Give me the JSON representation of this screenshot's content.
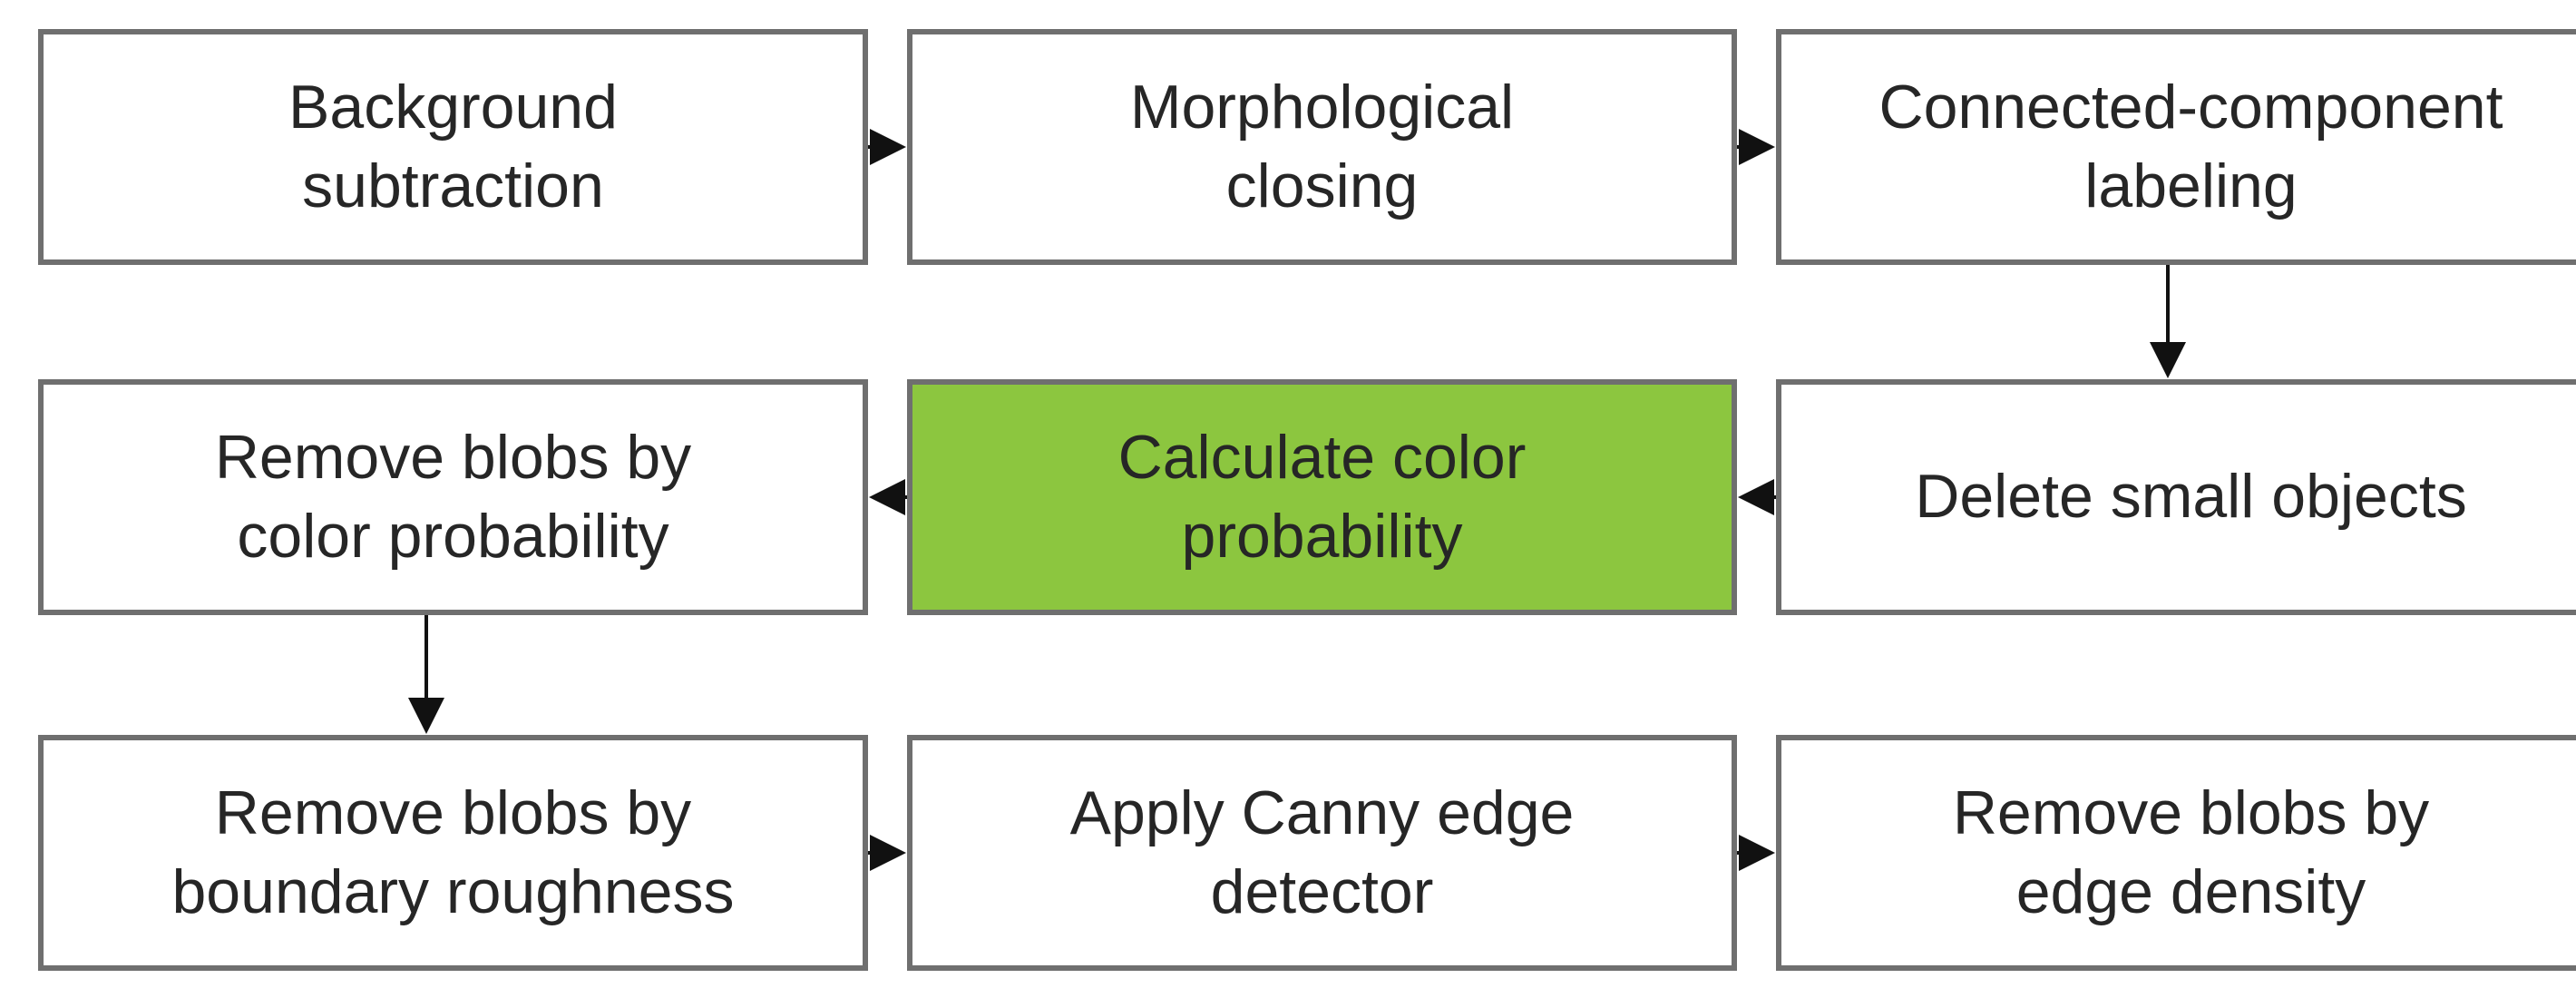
{
  "steps": [
    {
      "line1": "Background",
      "line2": "subtraction"
    },
    {
      "line1": "Morphological",
      "line2": "closing"
    },
    {
      "line1": "Connected-component",
      "line2": "labeling"
    },
    {
      "line1": "Delete small objects",
      "line2": ""
    },
    {
      "line1": "Calculate color",
      "line2": "probability"
    },
    {
      "line1": "Remove blobs by",
      "line2": "color probability"
    },
    {
      "line1": "Remove blobs by",
      "line2": "boundary roughness"
    },
    {
      "line1": "Apply Canny edge",
      "line2": "detector"
    },
    {
      "line1": "Remove blobs by",
      "line2": "edge density"
    }
  ],
  "colors": {
    "highlight": "#8cc63f",
    "border": "#6f6f6f",
    "arrow": "#111111",
    "text": "#262626"
  }
}
